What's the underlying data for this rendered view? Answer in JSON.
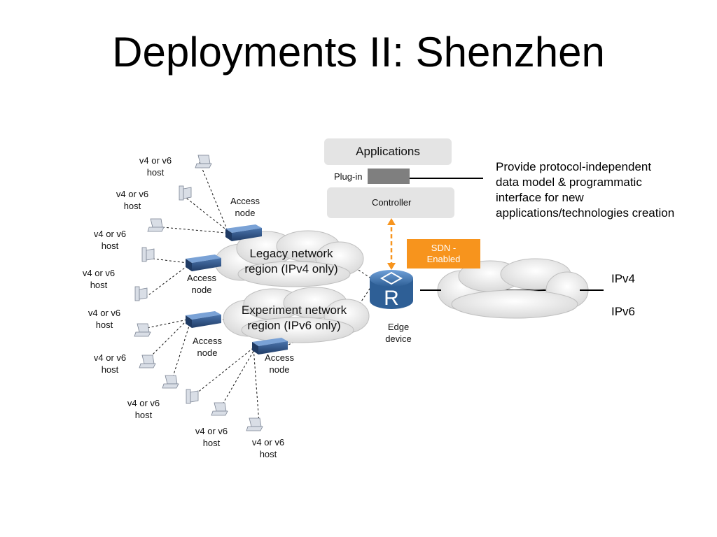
{
  "title": "Deployments II: Shenzhen",
  "applications_label": "Applications",
  "plugin_label": "Plug-in",
  "controller_label": "Controller",
  "sdn_label_line1": "SDN -",
  "sdn_label_line2": "Enabled",
  "note_lines": [
    "Provide protocol-independent",
    "data model & programmatic",
    "interface for new",
    "applications/technologies creation"
  ],
  "legacy_region_line1": "Legacy network",
  "legacy_region_line2": "region (IPv4 only)",
  "experiment_region_line1": "Experiment network",
  "experiment_region_line2": "region (IPv6 only)",
  "edge_line1": "Edge",
  "edge_line2": "device",
  "router_letter": "R",
  "ipv4_label": "IPv4",
  "ipv6_label": "IPv6",
  "access_line1": "Access",
  "access_line2": "node",
  "host_line1": "v4 or v6",
  "host_line2": "host",
  "colors": {
    "sdn_orange": "#f7941d",
    "router_blue": "#3b6fa8",
    "node_blue": "#2d4f80",
    "panel_gray": "#e4e4e4",
    "plugin_gray": "#7f7f7f"
  }
}
